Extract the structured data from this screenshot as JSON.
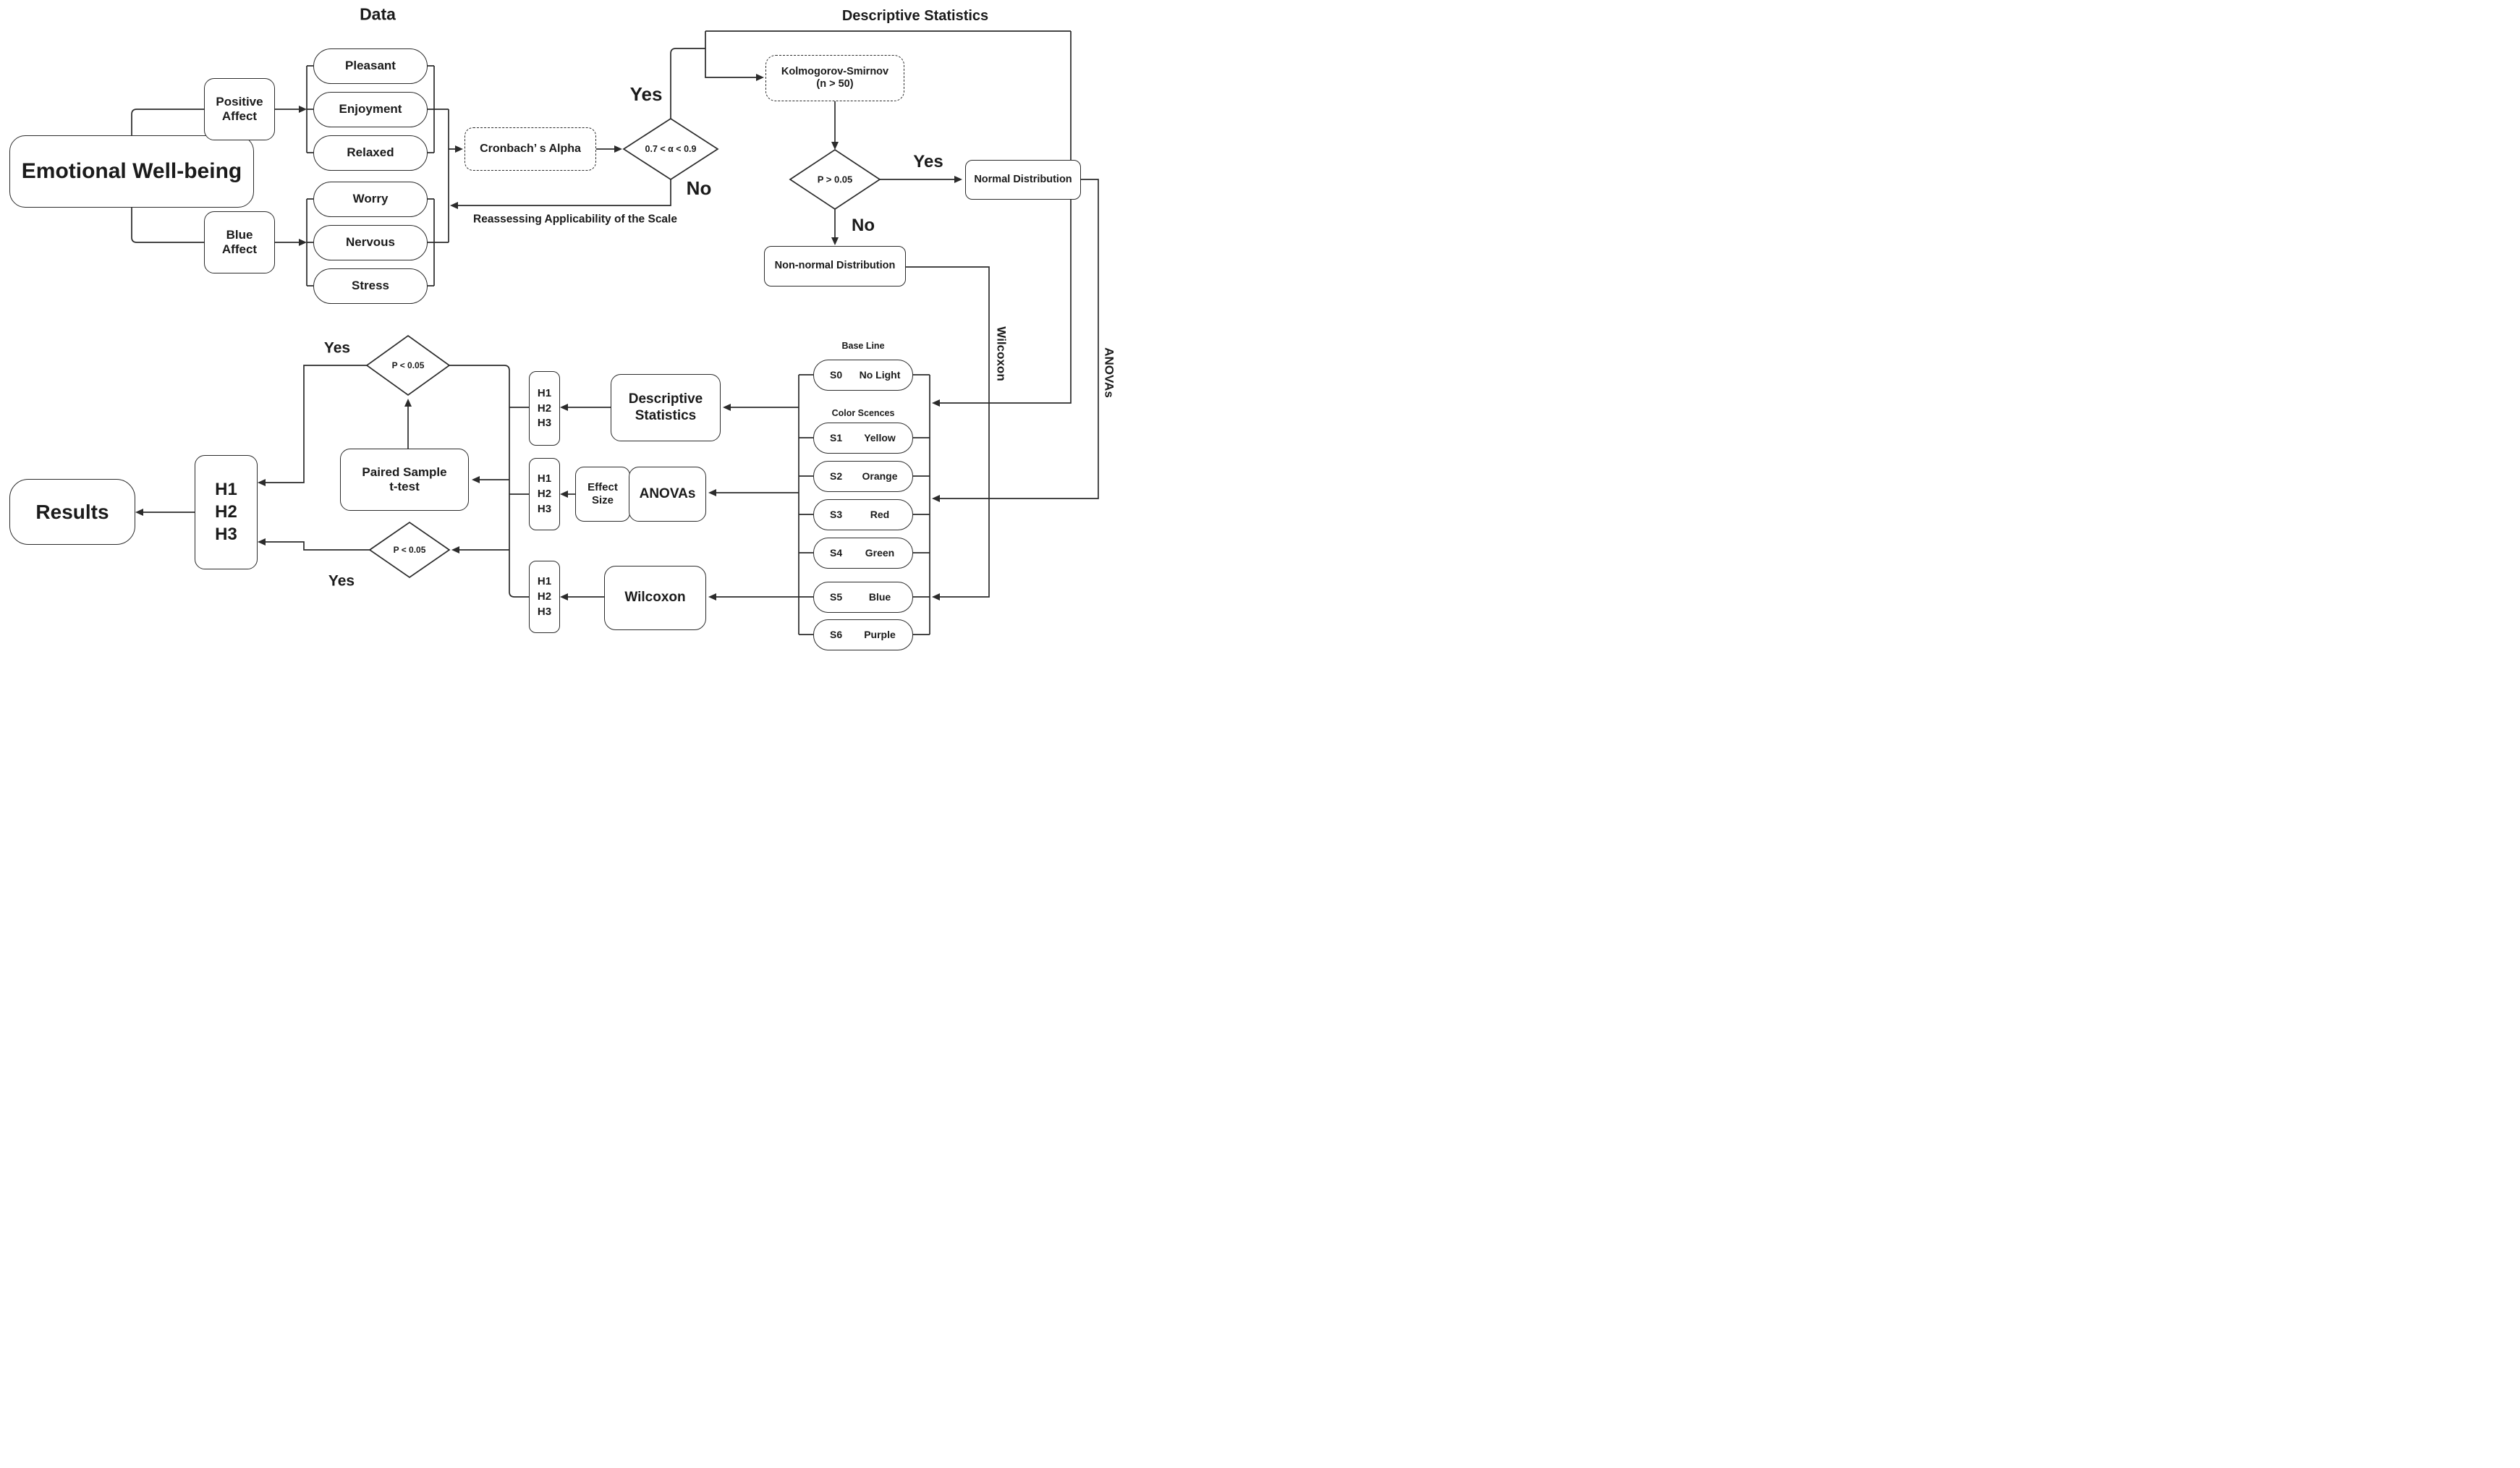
{
  "titles": {
    "data_group": "Data",
    "descriptive_path": "Descriptive Statistics"
  },
  "nodes": {
    "emotional_wellbeing": "Emotional Well-being",
    "positive_affect": "Positive\nAffect",
    "blue_affect": "Blue\nAffect",
    "cronbach": "Cronbach’ s Alpha",
    "alpha_condition": "0.7 < α < 0.9",
    "kolmogorov": "Kolmogorov-Smirnov\n(n > 50)",
    "p_greater": "P > 0.05",
    "normal": "Normal Distribution",
    "non_normal": "Non-normal Distribution",
    "p_less_top": "P < 0.05",
    "p_less_bottom": "P < 0.05",
    "paired_ttest": "Paired Sample\nt-test",
    "results": "Results",
    "descriptive_box": "Descriptive\nStatistics",
    "effect_size": "Effect\nSize",
    "anovas_box": "ANOVAs",
    "wilcoxon_box": "Wilcoxon"
  },
  "labels": {
    "yes_alpha": "Yes",
    "no_alpha": "No",
    "yes_ks": "Yes",
    "no_ks": "No",
    "yes_ttest": "Yes",
    "yes_wilcoxon": "Yes",
    "reassess": "Reassessing Applicability of the Scale",
    "wilcoxon_path": "Wilcoxon",
    "anovas_path": "ANOVAs",
    "base_line": "Base Line",
    "color_scences": "Color Scences"
  },
  "items": [
    "Pleasant",
    "Enjoyment",
    "Relaxed",
    "Worry",
    "Nervous",
    "Stress"
  ],
  "hypotheses": [
    "H1",
    "H2",
    "H3"
  ],
  "scenes": [
    {
      "code": "S0",
      "name": "No Light"
    },
    {
      "code": "S1",
      "name": "Yellow"
    },
    {
      "code": "S2",
      "name": "Orange"
    },
    {
      "code": "S3",
      "name": "Red"
    },
    {
      "code": "S4",
      "name": "Green"
    },
    {
      "code": "S5",
      "name": "Blue"
    },
    {
      "code": "S6",
      "name": "Purple"
    }
  ],
  "colors": {
    "stroke": "#2b2b2b",
    "background": "#ffffff",
    "text": "#1b1b1b"
  }
}
